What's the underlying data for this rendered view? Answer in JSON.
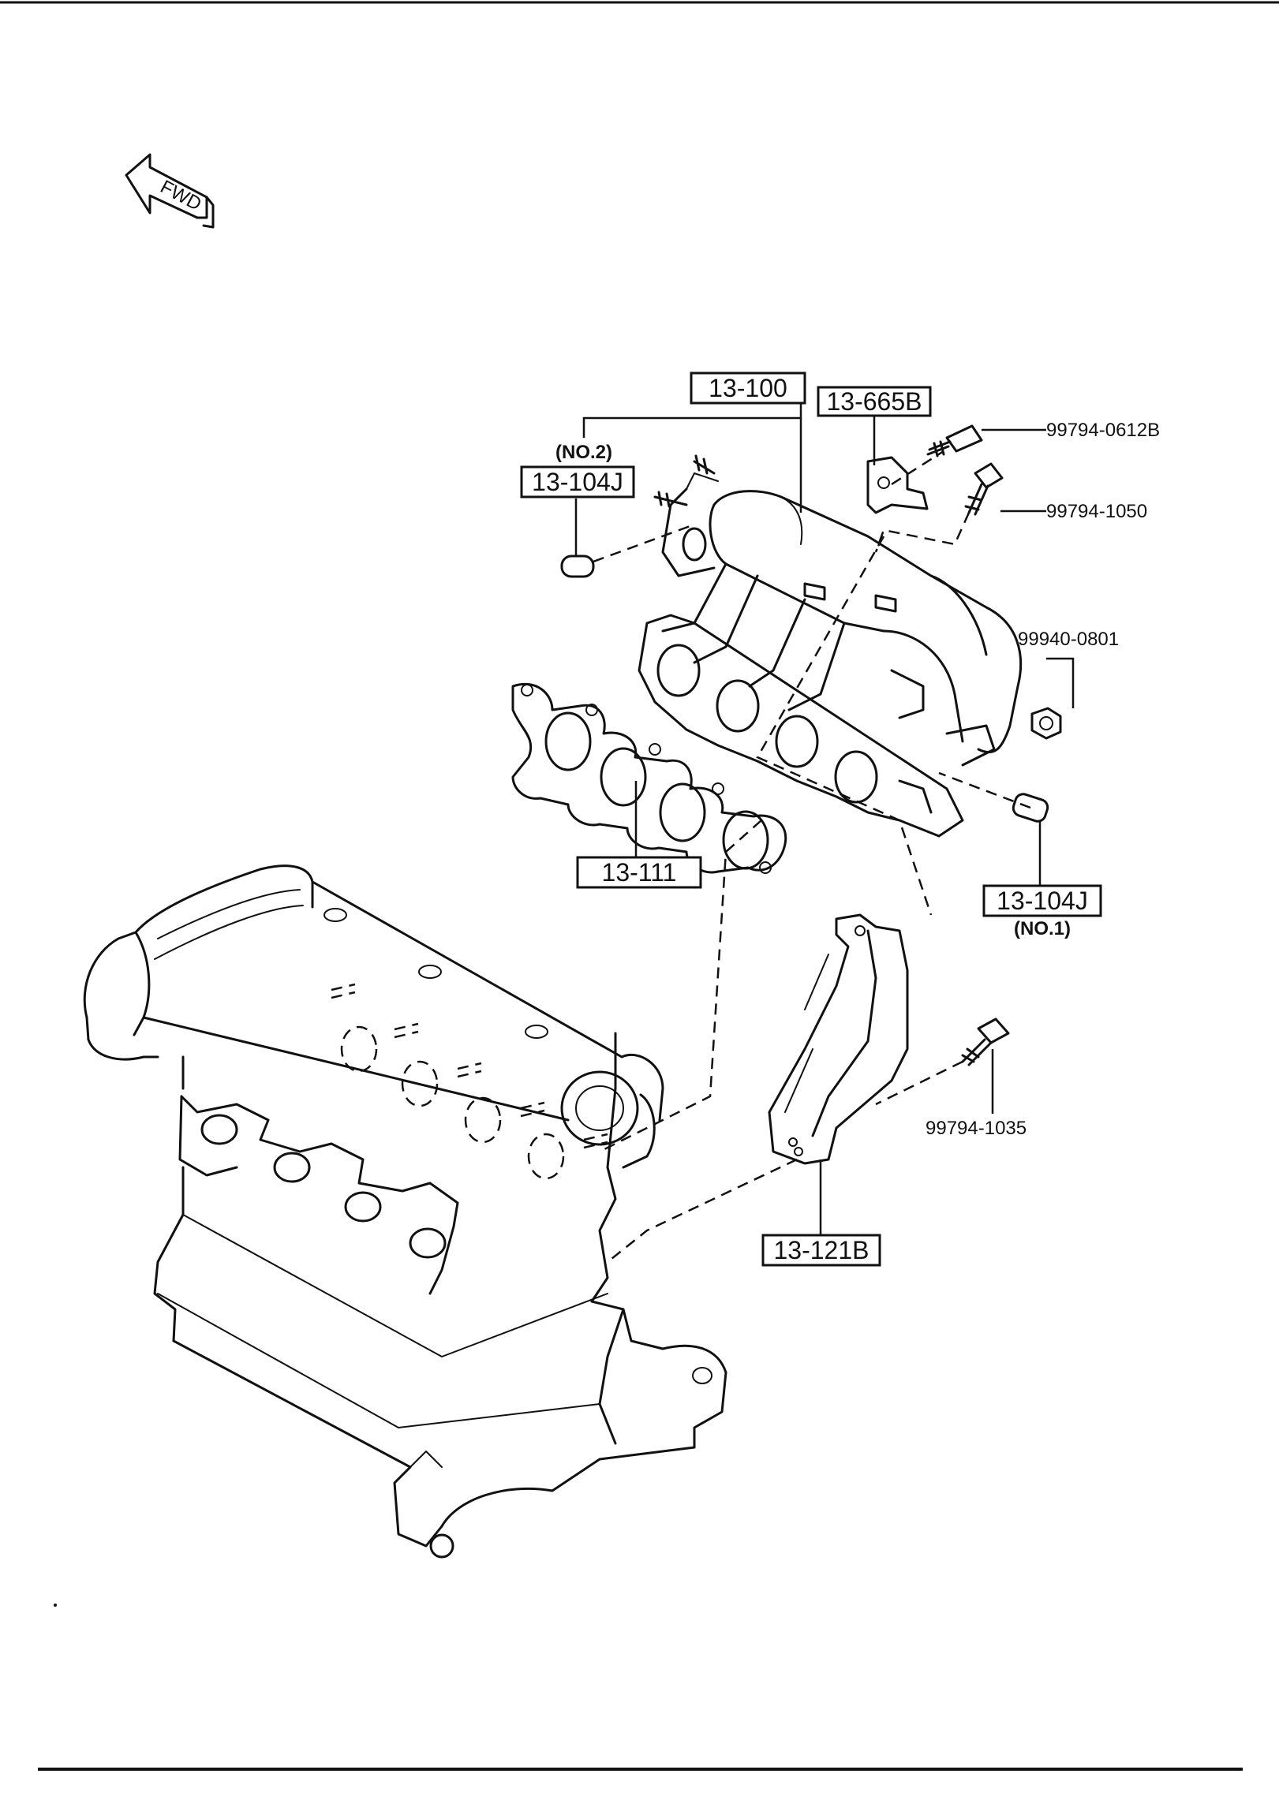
{
  "direction_indicator": {
    "label": "FWD"
  },
  "callouts": {
    "intake_manifold": "13-100",
    "bracket_top": "13-665B",
    "plug_no2": "13-104J",
    "plug_no2_note": "(NO.2)",
    "plug_no1": "13-104J",
    "plug_no1_note": "(NO.1)",
    "gasket": "13-111",
    "manifold_bracket": "13-121B"
  },
  "part_numbers": {
    "bolt_top": "99794-0612B",
    "bolt_mid": "99794-1050",
    "nut": "99940-0801",
    "bolt_bracket": "99794-1035"
  }
}
